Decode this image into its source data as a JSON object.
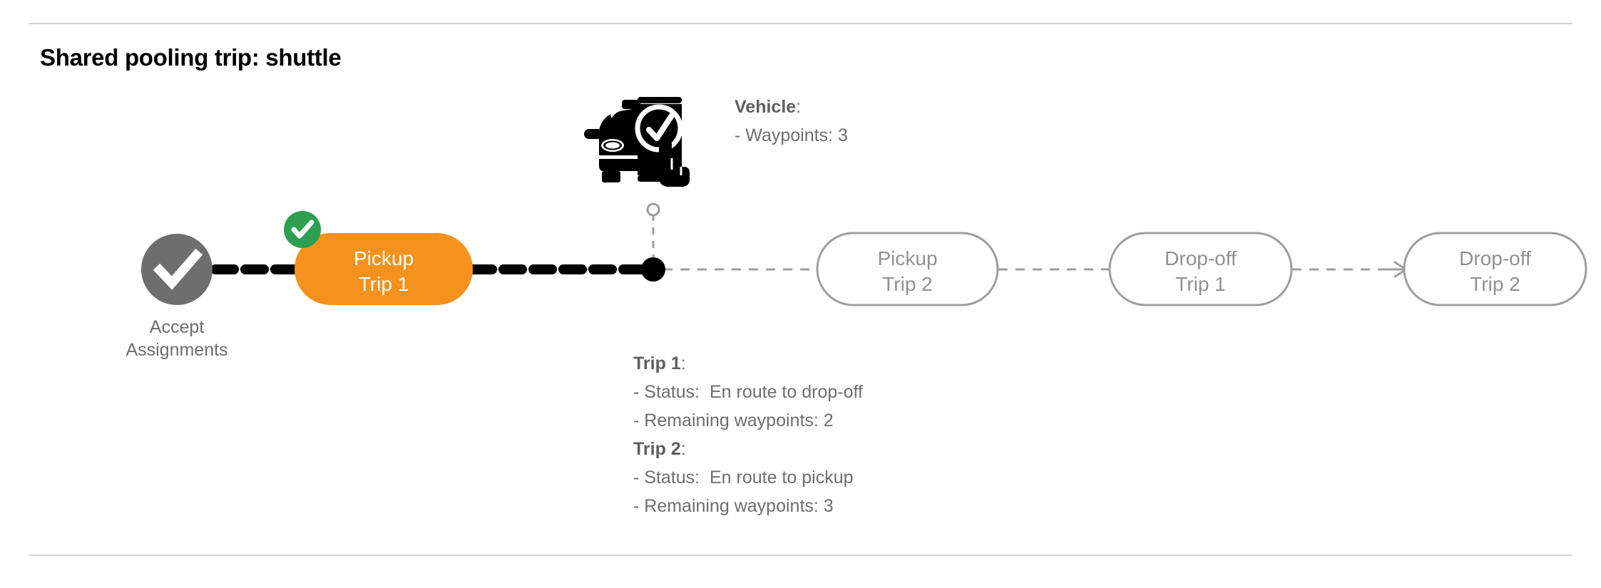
{
  "page": {
    "title": "Shared pooling trip: shuttle",
    "title_color": "#000000",
    "background": "#ffffff",
    "divider_color": "#d6d6d6"
  },
  "colors": {
    "active_pill": "#F5921E",
    "active_pill_text": "#ffffff",
    "pending_pill_border": "#9e9e9e",
    "pending_pill_text": "#919191",
    "accept_circle": "#6e6e6e",
    "check_badge": "#2E9E50",
    "traveled_route": "#000000",
    "upcoming_route": "#9e9e9e",
    "body_text": "#6e6e6e"
  },
  "flow": {
    "start_node": {
      "icon": "check-circle-icon",
      "label": "Accept\nAssignments"
    },
    "nodes": [
      {
        "id": "pickup-trip-1",
        "line1": "Pickup",
        "line2": "Trip 1",
        "state": "active",
        "badge": "check-badge-icon"
      },
      {
        "id": "pickup-trip-2",
        "line1": "Pickup",
        "line2": "Trip 2",
        "state": "pending",
        "badge": null
      },
      {
        "id": "drop-off-trip-1",
        "line1": "Drop-off",
        "line2": "Trip 1",
        "state": "pending",
        "badge": null
      },
      {
        "id": "drop-off-trip-2",
        "line1": "Drop-off",
        "line2": "Trip 2",
        "state": "pending",
        "badge": null
      }
    ],
    "current_position_marker": {
      "name": "vehicle-position-marker",
      "style": "filled-dot"
    }
  },
  "vehicle_info": {
    "heading": "Vehicle",
    "heading_suffix": ":",
    "lines": [
      "- Waypoints: 3"
    ],
    "icon": "vehicle-with-phone-check-icon"
  },
  "trips_info": [
    {
      "heading": "Trip 1",
      "heading_suffix": ":",
      "lines": [
        "- Status:  En route to drop-off",
        "- Remaining waypoints: 2"
      ]
    },
    {
      "heading": "Trip 2",
      "heading_suffix": ":",
      "lines": [
        "- Status:  En route to pickup",
        "- Remaining waypoints: 3"
      ]
    }
  ]
}
